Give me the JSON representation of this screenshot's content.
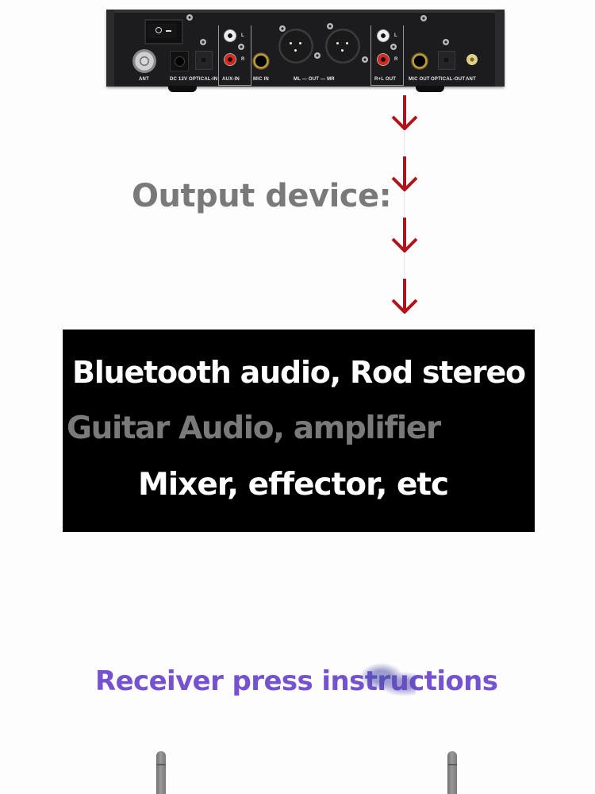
{
  "device_panel": {
    "switch_symbols": [
      "O",
      "—"
    ],
    "labels": {
      "ant_left": "ANT",
      "dc": "DC 12V",
      "optical_in": "OPTICAL-IN",
      "aux_in": "AUX-IN",
      "mic_in": "MIC IN",
      "out": "ML — OUT — MR",
      "rl_out": "R+L OUT",
      "mic_out": "MIC OUT",
      "optical_out": "OPTICAL-OUT",
      "ant_right": "ANT",
      "l": "L",
      "r": "R"
    }
  },
  "arrows": {
    "count": 4,
    "color": "#b0141a"
  },
  "heading": {
    "text": "Output device:",
    "color": "#797979"
  },
  "device_list": {
    "background": "#000000",
    "lines": [
      {
        "text": "Bluetooth audio, Rod stereo",
        "color": "#ffffff"
      },
      {
        "text": "Guitar Audio, amplifier",
        "color": "#7a7a7a"
      },
      {
        "text": "Mixer, effector, etc",
        "color": "#ffffff"
      }
    ]
  },
  "section_title": {
    "text": "Receiver press instructions",
    "color": "#7452d0"
  }
}
